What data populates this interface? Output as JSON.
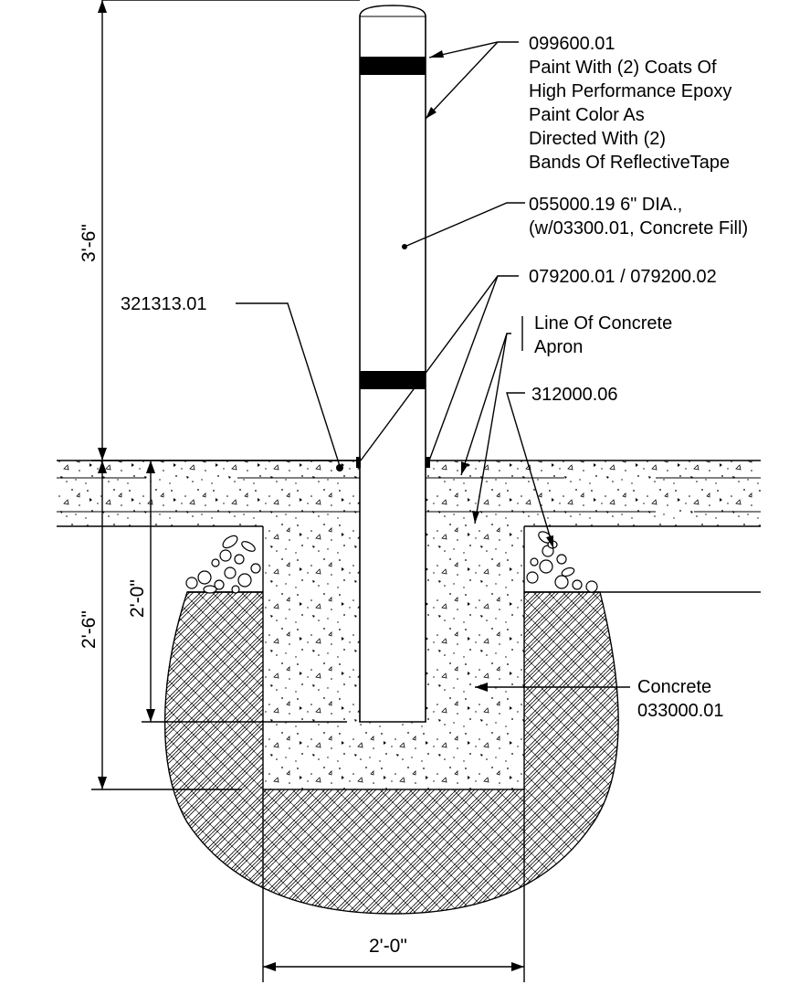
{
  "callouts": {
    "paint_code": "099600.01",
    "paint_line1": "Paint With (2) Coats Of",
    "paint_line2": "High Performance Epoxy",
    "paint_line3": "Paint Color As",
    "paint_line4": "Directed With (2)",
    "paint_line5": "Bands Of ReflectiveTape",
    "bollard_line1": "055000.19 6\" DIA.,",
    "bollard_line2": "(w/03300.01, Concrete Fill)",
    "sealant": "079200.01 / 079200.02",
    "apron_line1": "Line Of Concrete",
    "apron_line2": "Apron",
    "gravel": "312000.06",
    "paving": "321313.01",
    "concrete_line1": "Concrete",
    "concrete_line2": "033000.01"
  },
  "dimensions": {
    "bollard_height": "3'-6\"",
    "footing_depth": "2'-6\"",
    "embed_depth": "2'-0\"",
    "footing_width": "2'-0\""
  },
  "colors": {
    "line": "#000000",
    "background": "#ffffff",
    "band": "#000000"
  }
}
